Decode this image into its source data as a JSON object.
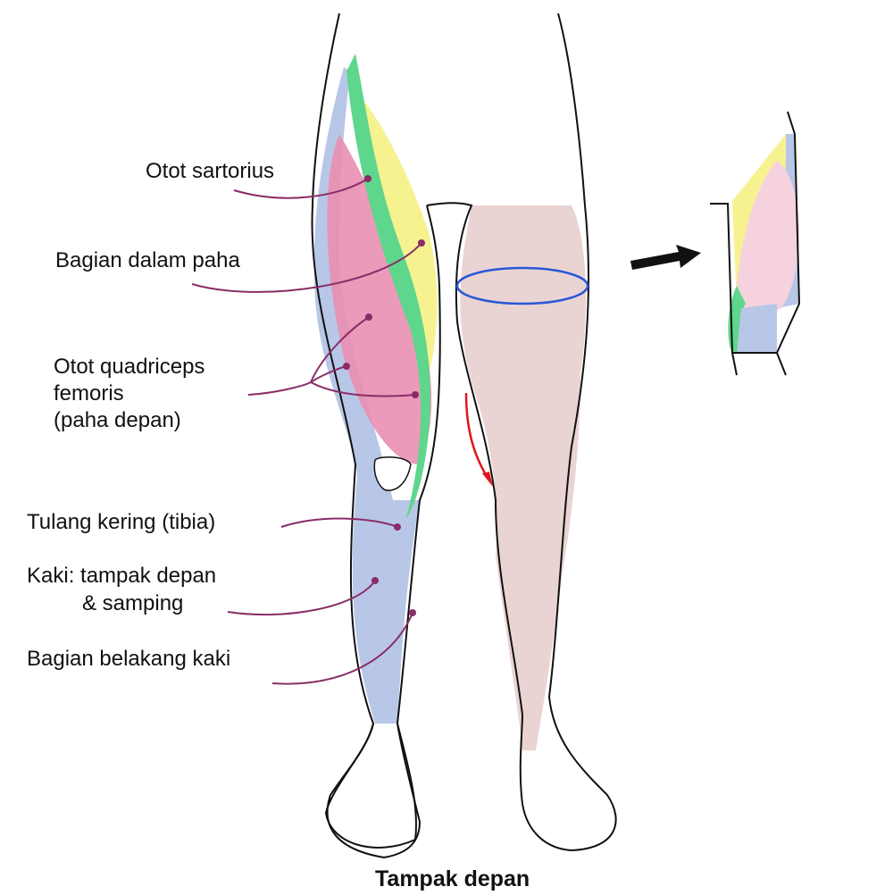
{
  "labels": {
    "sartorius": "Otot sartorius",
    "inner_thigh": "Bagian dalam paha",
    "quadriceps_line1": "Otot quadriceps",
    "quadriceps_line2": "femoris",
    "quadriceps_line3": "(paha depan)",
    "tibia": "Tulang kering (tibia)",
    "leg_front_line1": "Kaki: tampak depan",
    "leg_front_line2": "& samping",
    "leg_back": "Bagian belakang kaki"
  },
  "caption": "Tampak depan",
  "colors": {
    "sartorius": "#5ed68c",
    "inner_thigh": "#f6f28f",
    "quadriceps": "#e98fb1",
    "leg": "#b8c7e7",
    "leader": "#8a2c68",
    "skin_shade": "#e3c6c4",
    "cross_section_ring": "#2a57d6",
    "direction_arrow": "#e0141c"
  }
}
